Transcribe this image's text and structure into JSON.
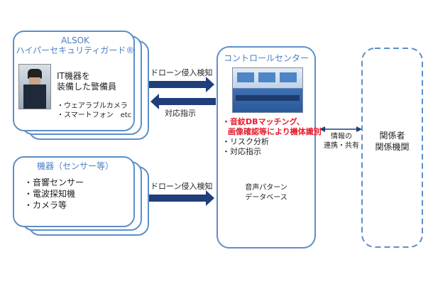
{
  "left_top": {
    "title_line1": "ALSOK",
    "title_line2": "ハイパーセキュリティガード®",
    "main_line1": "IT機器を",
    "main_line2": "装備した警備員",
    "bullets": [
      "・ウェアラブルカメラ",
      "・スマートフォン　etc"
    ]
  },
  "left_bottom": {
    "title": "機器（センサー等）",
    "bullets": [
      "・音響センサー",
      "・電波探知機",
      "・カメラ等"
    ]
  },
  "arrows": {
    "top_right_label": "ドローン侵入検知",
    "top_left_label": "対応指示",
    "bottom_right_label": "ドローン侵入検知"
  },
  "control_center": {
    "title": "コントロールセンター",
    "red_line1": "・音紋DBマッチング、",
    "red_line2": "画像確認等により機体識別",
    "bullets": [
      "・リスク分析",
      "・対応指示"
    ],
    "db_label_line1": "音声パターン",
    "db_label_line2": "データベース"
  },
  "share": {
    "label_line1": "情報の",
    "label_line2": "連携・共有"
  },
  "stakeholders": {
    "line1": "関係者",
    "line2": "関係機関"
  },
  "colors": {
    "border_blue": "#5c8fc9",
    "arrow_navy": "#1f3e7a",
    "accent_red": "#e8182a",
    "db_purple": "#b8b5e3"
  }
}
